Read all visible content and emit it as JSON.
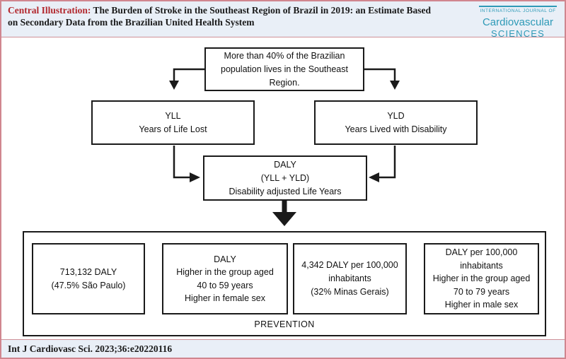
{
  "header": {
    "label": "Central Illustration:",
    "title": " The Burden of Stroke in the Southeast Region of Brazil in 2019: an Estimate Based on Secondary Data from the Brazilian United Health System"
  },
  "logo": {
    "top": "INTERNATIONAL JOURNAL OF",
    "middle": "Cardiovascular",
    "bottom": "SCIENCES"
  },
  "diagram": {
    "top_box": "More than 40% of the Brazilian population lives in the Southeast Region.",
    "yll_box": {
      "line1": "YLL",
      "line2": "Years of Life Lost"
    },
    "yld_box": {
      "line1": "YLD",
      "line2": "Years Lived with Disability"
    },
    "daly_box": {
      "line1": "DALY",
      "line2": "(YLL + YLD)",
      "line3": "Disability adjusted Life Years"
    },
    "result_boxes": [
      {
        "lines": [
          "713,132 DALY",
          "(47.5% São Paulo)"
        ]
      },
      {
        "lines": [
          "DALY",
          "Higher in the group aged",
          "40 to 59 years",
          "Higher in female sex"
        ]
      },
      {
        "lines": [
          "4,342 DALY per 100,000",
          "inhabitants",
          "(32% Minas Gerais)"
        ]
      },
      {
        "lines": [
          "DALY per 100,000",
          "inhabitants",
          "Higher in the group aged",
          "70 to 79 years",
          "Higher in male sex"
        ]
      }
    ],
    "prevention_label": "PREVENTION"
  },
  "footer": {
    "citation": "Int J Cardiovasc Sci. 2023;36:e20220116"
  },
  "colors": {
    "accent_red": "#b2282e",
    "brand_teal": "#2e9ab7",
    "border_pink": "#d0868f",
    "band_blue": "#e9eff7",
    "line_black": "#1a1a1a"
  }
}
